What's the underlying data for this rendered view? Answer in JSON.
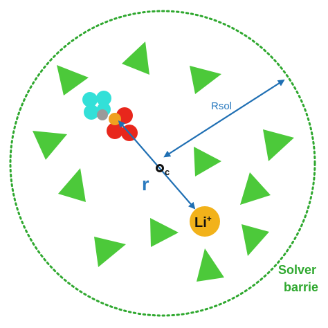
{
  "labels": {
    "r_sol": "Rsol",
    "r": "r",
    "center": "c",
    "li_base": "Li",
    "li_charge": "+",
    "barrier_line1": "Solver",
    "barrier_line2": "barrie"
  },
  "colors": {
    "background": "#ffffff",
    "barrier": "#2fa82f",
    "triangle": "#4cc93a",
    "arrow": "#1f6fb3",
    "label_blue": "#2a7abf",
    "li_ion": "#f2b21a",
    "oxygen": "#e8271c",
    "fluorine": "#33e0d8",
    "carbon": "#9a9a9a",
    "phosphorus": "#f0a020",
    "center_dot": "#111111",
    "barrier_text": "#2fa82f"
  },
  "icons": {
    "solvent": "triangle",
    "cation": "li-ion-circle",
    "anion": "molecule-cluster"
  }
}
